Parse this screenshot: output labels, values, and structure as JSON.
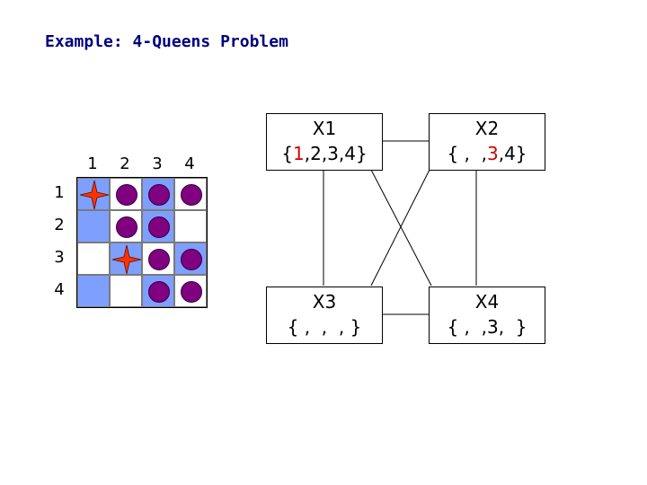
{
  "title": "Example: 4-Queens Problem",
  "board": {
    "col_labels": [
      "1",
      "2",
      "3",
      "4"
    ],
    "row_labels": [
      "1",
      "2",
      "3",
      "4"
    ],
    "colors": {
      "blue": "#7f9fff",
      "white": "#ffffff",
      "dot": "#800080",
      "queen": "#ff3300"
    },
    "cells": [
      [
        "blue-queen",
        "white-dot",
        "blue-dot",
        "white-dot"
      ],
      [
        "blue",
        "white-dot",
        "blue-dot",
        "white"
      ],
      [
        "white",
        "blue-queen",
        "white-dot",
        "blue-dot"
      ],
      [
        "blue",
        "white",
        "blue-dot",
        "white-dot"
      ]
    ]
  },
  "variables": {
    "x1": {
      "name": "X1",
      "domain_pre": "{",
      "domain_highlight": "1",
      "domain_post": ",2,3,4}"
    },
    "x2": {
      "name": "X2",
      "domain_pre": "{ ,  ,",
      "domain_highlight": "3",
      "domain_post": ",4}"
    },
    "x3": {
      "name": "X3",
      "domain": "{ ,  ,  , }"
    },
    "x4": {
      "name": "X4",
      "domain_pre": "{ ,  ,3,  }"
    }
  },
  "highlight_color": "#d40000"
}
